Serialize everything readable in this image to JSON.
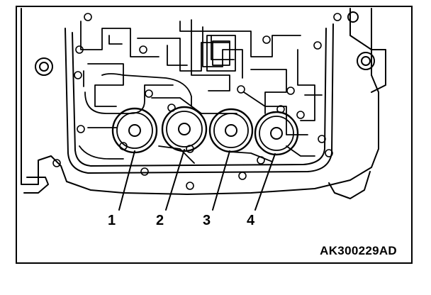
{
  "figure": {
    "callouts": [
      "1",
      "2",
      "3",
      "4"
    ],
    "reference_code": "AK300229AD"
  },
  "colors": {
    "line": "#000000",
    "background": "#ffffff"
  }
}
